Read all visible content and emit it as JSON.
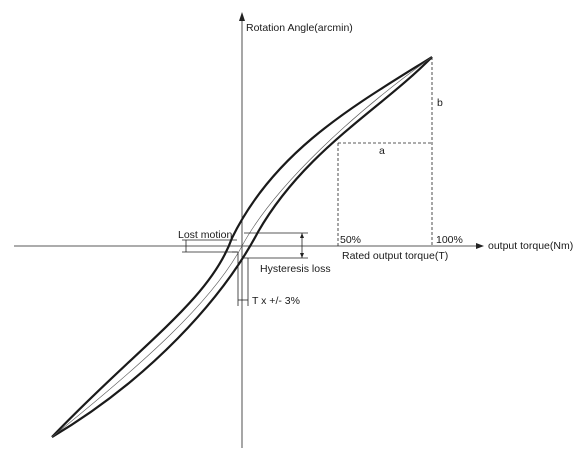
{
  "axes": {
    "y_label": "Rotation Angle(arcmin)",
    "x_label": "output torque(Nm)",
    "rated_label": "Rated output torque(T)"
  },
  "ticks": {
    "half": "50%",
    "full": "100%"
  },
  "annotations": {
    "a": "a",
    "b": "b",
    "lost_motion": "Lost motion",
    "hysteresis_loss": "Hysteresis loss",
    "tolerance": "T x +/- 3%"
  },
  "colors": {
    "line": "#1a1a1a",
    "background": "#ffffff"
  }
}
